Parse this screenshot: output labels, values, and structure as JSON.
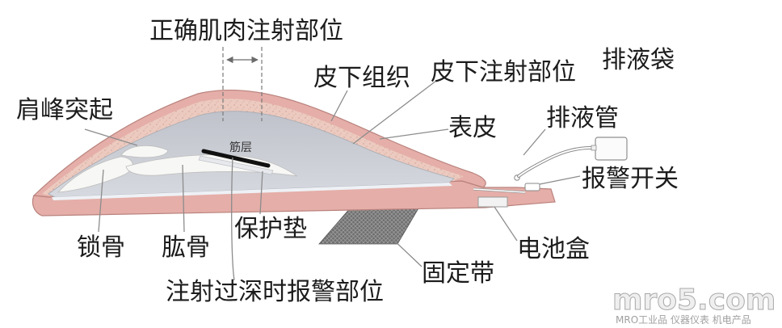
{
  "labels": {
    "correct_im_site": "正确肌肉注射部位",
    "subcutaneous_tissue": "皮下组织",
    "subcutaneous_site": "皮下注射部位",
    "drain_bag": "排液袋",
    "acromion": "肩峰突起",
    "epidermis": "表皮",
    "drain_tube": "排液管",
    "fascia": "筋层",
    "alarm_switch": "报警开关",
    "clavicle": "锁骨",
    "humerus": "肱骨",
    "pad": "保护垫",
    "strap": "固定带",
    "battery_box": "电池盒",
    "too_deep_alarm": "注射过深时报警部位"
  },
  "watermark": {
    "site": "mro5.com",
    "tagline": "MRO工业品 仪器仪表 机电产品"
  },
  "colors": {
    "skin": "#e5aea8",
    "subcutaneous": "#eccabf",
    "muscle": "#c5c8cf",
    "bone": "#f7f7f5",
    "strap": "#6e6e6e",
    "fascia_bar": "#111111"
  }
}
